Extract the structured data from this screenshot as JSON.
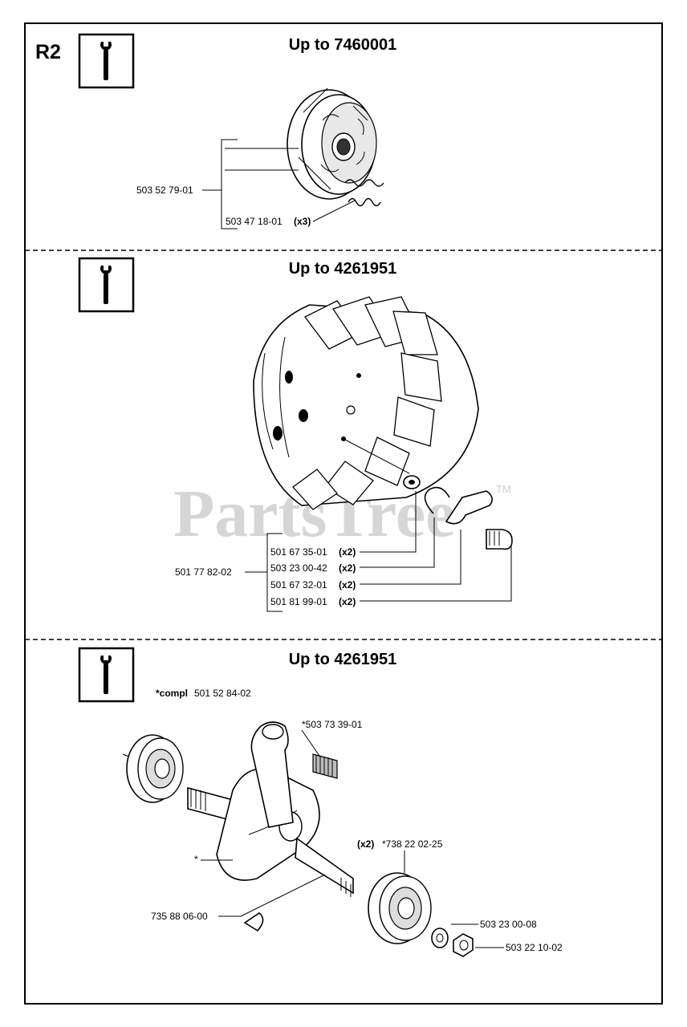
{
  "page": {
    "section_code": "R2"
  },
  "watermark": {
    "text": "PartsTree",
    "trademark": "TM"
  },
  "sections": [
    {
      "title": "Up to 7460001",
      "icon": "wrench-service-icon",
      "parts": [
        {
          "number": "503 52 79-01",
          "qty": ""
        },
        {
          "number": "503 47 18-01",
          "qty": "(x3)"
        }
      ]
    },
    {
      "title": "Up to 4261951",
      "icon": "wrench-service-icon",
      "parts": [
        {
          "number": "501 77 82-02",
          "qty": ""
        },
        {
          "number": "501 67 35-01",
          "qty": "(x2)"
        },
        {
          "number": "503 23 00-42",
          "qty": "(x2)"
        },
        {
          "number": "501 67 32-01",
          "qty": "(x2)"
        },
        {
          "number": "501 81 99-01",
          "qty": "(x2)"
        }
      ]
    },
    {
      "title": "Up to 4261951",
      "icon": "wrench-service-icon",
      "compl_label": "*compl",
      "compl_number": "501 52 84-02",
      "parts": [
        {
          "number": "*503 73 39-01",
          "qty": ""
        },
        {
          "number": "*738 22 02-25",
          "qty": "(x2)"
        },
        {
          "number": "*",
          "qty": ""
        },
        {
          "number": "735 88 06-00",
          "qty": ""
        },
        {
          "number": "503 23 00-08",
          "qty": ""
        },
        {
          "number": "503 22 10-02",
          "qty": ""
        }
      ]
    }
  ]
}
